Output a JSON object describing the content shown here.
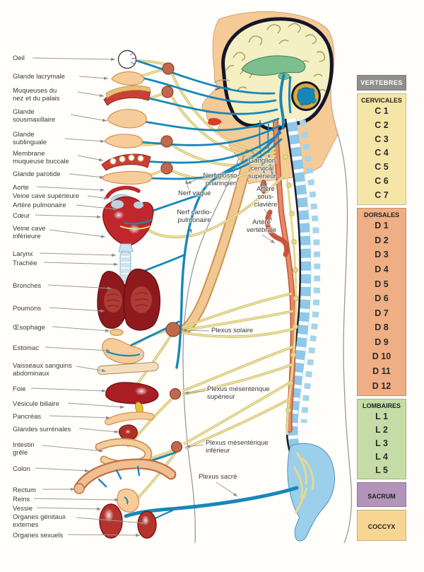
{
  "legend": {
    "header": "VERTEBRES",
    "sections": [
      {
        "id": "cervicales",
        "name": "CERVICALES",
        "color": "#F5E6A8",
        "items": [
          "C 1",
          "C 2",
          "C 3",
          "C 4",
          "C 5",
          "C 6",
          "C 7"
        ]
      },
      {
        "id": "dorsales",
        "name": "DORSALES",
        "color": "#EFAE84",
        "items": [
          "D 1",
          "D 2",
          "D 3",
          "D 4",
          "D 5",
          "D 6",
          "D 7",
          "D 8",
          "D 9",
          "D 10",
          "D 11",
          "D 12"
        ]
      },
      {
        "id": "lombaires",
        "name": "LOMBAIRES",
        "color": "#C6DCA6",
        "items": [
          "L 1",
          "L 2",
          "L 3",
          "L 4",
          "L 5"
        ]
      },
      {
        "id": "sacrum",
        "name": "SACRUM",
        "color": "#B293BA",
        "items": []
      },
      {
        "id": "coccyx",
        "name": "COCCYX",
        "color": "#F7D694",
        "items": []
      }
    ]
  },
  "organ_labels": [
    {
      "text": "Oeil"
    },
    {
      "text": "Glande lacrymale"
    },
    {
      "text": "Muqueuses du\nnez et du palais"
    },
    {
      "text": "Glande\nsousmaxillaire"
    },
    {
      "text": "Glande\nsublinguale"
    },
    {
      "text": "Membrane\nmuqueuse buccale"
    },
    {
      "text": "Glande parotide"
    },
    {
      "text": "Aorte"
    },
    {
      "text": "Veine cave supérieure"
    },
    {
      "text": "Artère pulmonaire"
    },
    {
      "text": "Cœur"
    },
    {
      "text": "Veine cave\ninférieure"
    },
    {
      "text": "Larynx"
    },
    {
      "text": "Trachée"
    },
    {
      "text": "Bronches"
    },
    {
      "text": "Poumons"
    },
    {
      "text": "Œsophage"
    },
    {
      "text": "Estomac"
    },
    {
      "text": "Vaisseaux sanguins\nabdominaux"
    },
    {
      "text": "Foie"
    },
    {
      "text": "Vésicule biliaire"
    },
    {
      "text": "Pancréas"
    },
    {
      "text": "Glandes surrénales"
    },
    {
      "text": "Intestin\ngrêle"
    },
    {
      "text": "Colon"
    },
    {
      "text": "Rectum"
    },
    {
      "text": "Reins"
    },
    {
      "text": "Vessie"
    },
    {
      "text": "Organes génitaux\nexternes"
    },
    {
      "text": "Organes sexuels"
    }
  ],
  "nerve_labels": [
    {
      "text": "Nerf glosso-\npharingien"
    },
    {
      "text": "Nerf vague"
    },
    {
      "text": "Nerf cardio-\npulmonaire"
    },
    {
      "text": "Ganglion\ncervical\nsupérieur"
    },
    {
      "text": "Artère\nsous-\nclavière"
    },
    {
      "text": "Artère\nvertébrale"
    },
    {
      "text": "Plexus solaire"
    },
    {
      "text": "Plexus mésentérique\nsupérieur"
    },
    {
      "text": "Plexus mésentérique\ninférieur"
    },
    {
      "text": "Plexus sacré"
    }
  ],
  "colors": {
    "nerve_blue": "#1787B8",
    "nerve_yellow": "#EDE09A",
    "artery_red": "#D96F4F",
    "bone_blue": "#8FC8E8",
    "organ_dark_red": "#A81E22",
    "organ_cream": "#F6CD9A",
    "ganglion_brown": "#C2684F",
    "leader_gray": "#8A8A8A",
    "brain_cream": "#F5EFC4",
    "corpus_green": "#7CBE8E",
    "skin": "#F5CA96"
  }
}
